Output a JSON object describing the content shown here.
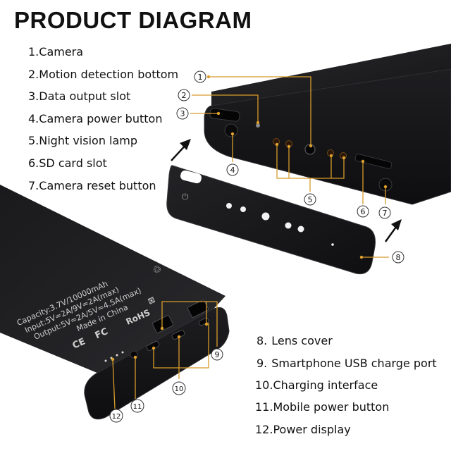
{
  "title": "PRODUCT DIAGRAM",
  "legend_top": [
    {
      "num": "1.",
      "label": "Camera"
    },
    {
      "num": "2.",
      "label": "Motion detection bottom"
    },
    {
      "num": "3.",
      "label": "Data output slot"
    },
    {
      "num": "4.",
      "label": "Camera power button"
    },
    {
      "num": "5.",
      "label": "Night vision lamp"
    },
    {
      "num": "6.",
      "label": "SD card slot"
    },
    {
      "num": "7.",
      "label": "Camera reset button"
    }
  ],
  "legend_bottom": [
    {
      "num": "8.",
      "label": "Lens cover"
    },
    {
      "num": "9.",
      "label": "Smartphone USB charge port"
    },
    {
      "num": "10.",
      "label": "Charging interface"
    },
    {
      "num": "11.",
      "label": "Mobile power button"
    },
    {
      "num": "12.",
      "label": "Power display"
    }
  ],
  "callouts": {
    "c1": "1",
    "c2": "2",
    "c3": "3",
    "c4": "4",
    "c5": "5",
    "c6": "6",
    "c7": "7",
    "c8": "8",
    "c9": "9",
    "c10": "10",
    "c11": "11",
    "c12": "12"
  },
  "device_label": {
    "line1": "Capacity:3.7V/10000mAh",
    "line2": "Input:5V=2A/9V=2A(max)",
    "line3": "Output:5V=2A/5V=4.5A(max)",
    "line4": "Made in China",
    "ce": "CE",
    "fc": "FC",
    "rohs": "RoHS"
  },
  "colors": {
    "device": "#1b1b1d",
    "device_edge": "#2d2d30",
    "callout_line": "#d79b2a",
    "callout_dot": "#e0a02c",
    "arrow": "#111111"
  }
}
